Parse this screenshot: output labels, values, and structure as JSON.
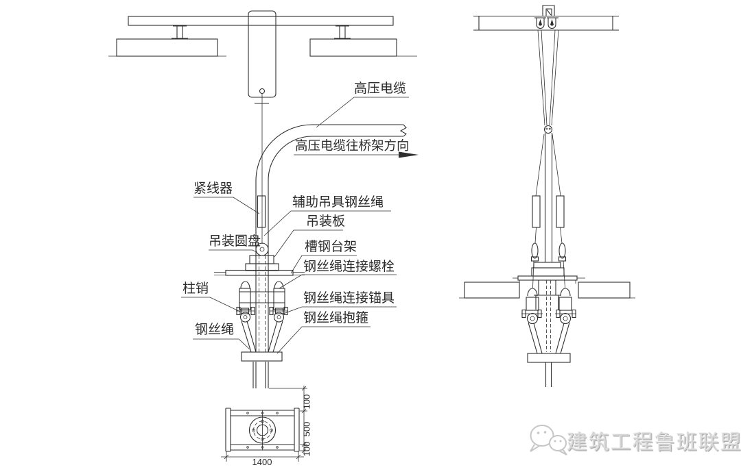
{
  "page": {
    "type": "technical-drawing",
    "background": "#ffffff",
    "line_color": "#2e2e2e"
  },
  "callouts": {
    "high_voltage_cable": "高压电缆",
    "cable_direction": "高压电缆往桥架方向",
    "wire_tightener": "紧线器",
    "aux_rigging_rope": "辅助吊具钢丝绳",
    "lifting_plate": "吊装板",
    "lifting_disc": "吊装圆盘",
    "channel_steel_stand": "槽钢台架",
    "rope_connect_bolt": "钢丝绳连接螺栓",
    "pin": "柱销",
    "rope_connect_anchor": "钢丝绳连接锚具",
    "rope_hoop": "钢丝绳抱箍",
    "wire_rope": "钢丝绳"
  },
  "dimensions": {
    "plan_width": "1400",
    "right_top": "100",
    "right_middle": "500",
    "right_bottom": "100"
  },
  "watermark": {
    "brand": "建筑工程鲁班联盟",
    "icon": "wechat-chat-bubbles-icon",
    "color": "#cccccc"
  }
}
